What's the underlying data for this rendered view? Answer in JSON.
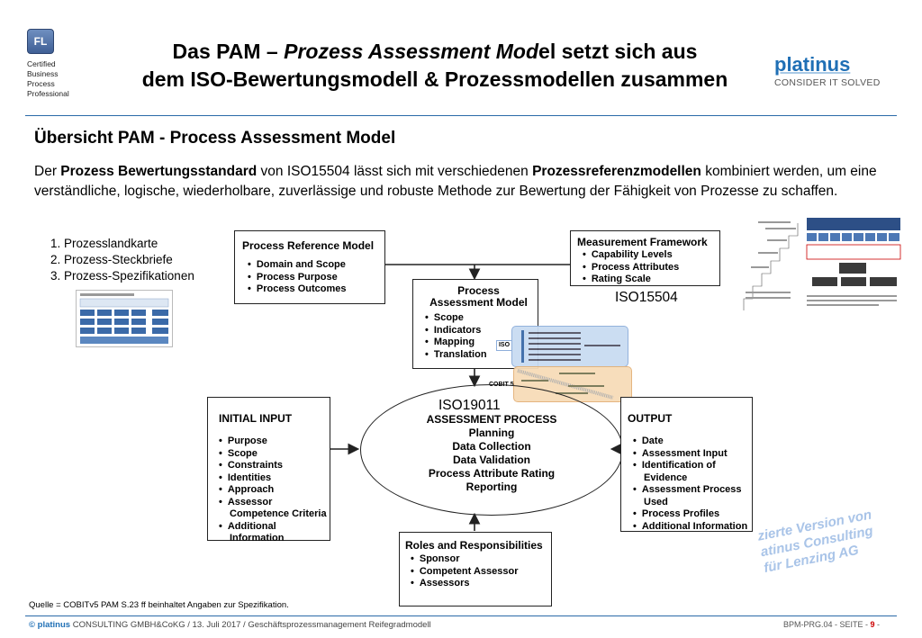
{
  "header": {
    "badge": "FL",
    "cert_lines": [
      "Certified",
      "Business",
      "Process",
      "Professional"
    ],
    "title_part1": "Das PAM – ",
    "title_italic": "Prozess Assessment Mod",
    "title_part2": "el setzt sich aus",
    "title_line2": "dem ISO-Bewertungsmodell & Prozessmodellen zusammen",
    "brand": "platinus",
    "brand_tagline": "CONSIDER IT SOLVED"
  },
  "subtitle": "Übersicht PAM - Process Assessment Model",
  "intro": {
    "t1": "Der ",
    "b1": "Prozess Bewertungsstandard",
    "t2": " von ISO15504 lässt sich mit verschiedenen ",
    "b2": "Prozessreferenzmodellen",
    "t3": " kombiniert werden, um eine verständliche, logische, wiederholbare, zuverlässige und robuste Methode zur Bewertung der Fähigkeit von Prozesse zu schaffen."
  },
  "numbered_list": [
    "1. Prozesslandkarte",
    "2. Prozess-Steckbriefe",
    "3. Prozess-Spezifikationen"
  ],
  "diagram": {
    "prm": {
      "title": "Process Reference Model",
      "items": [
        "Domain and Scope",
        "Process Purpose",
        "Process Outcomes"
      ]
    },
    "mf": {
      "title": "Measurement Framework",
      "items": [
        "Capability Levels",
        "Process Attributes",
        "Rating Scale"
      ]
    },
    "pam": {
      "title_l1": "Process",
      "title_l2": "Assessment Model",
      "items": [
        "Scope",
        "Indicators",
        "Mapping",
        "Translation"
      ]
    },
    "iso15504": "ISO15504",
    "iso19011": "ISO19011",
    "iso_tag": "ISO",
    "cobit_tag": "COBIT 5",
    "initial": {
      "title": "INITIAL INPUT",
      "items": [
        "Purpose",
        "Scope",
        "Constraints",
        "Identities",
        "Approach",
        "Assessor Competence Criteria",
        "Additional Information"
      ]
    },
    "output": {
      "title": "OUTPUT",
      "items": [
        "Date",
        "Assessment Input",
        "Identification of Evidence",
        "Assessment Process Used",
        "Process Profiles",
        "Additional Information"
      ]
    },
    "process": {
      "title": "ASSESSMENT PROCESS",
      "lines": [
        "Planning",
        "Data Collection",
        "Data Validation",
        "Process Attribute Rating",
        "Reporting"
      ]
    },
    "roles": {
      "title": "Roles and Responsibilities",
      "items": [
        "Sponsor",
        "Competent Assessor",
        "Assessors"
      ]
    }
  },
  "watermark": [
    "zierte Version von",
    "atinus Consulting",
    "für Lenzing AG"
  ],
  "footer": {
    "quelle": "Quelle = COBITv5  PAM  S.23  ff beinhaltet Angaben zur Spezifikation.",
    "brand": "© platinus",
    "left_text": " CONSULTING GMBH&CoKG /  13. Juli 2017 / Geschäftsprozessmanagement Reifegradmodell",
    "right_text": "BPM-PRG.04 - SEITE - ",
    "page": "9",
    "page_suffix": " -"
  },
  "colors": {
    "brand": "#1f6fb5",
    "rule": "#2a6aa8",
    "iso_overlay": "#c9dcf2",
    "cobit_overlay": "#f7dcb8",
    "watermark": "#a9c4e8"
  }
}
